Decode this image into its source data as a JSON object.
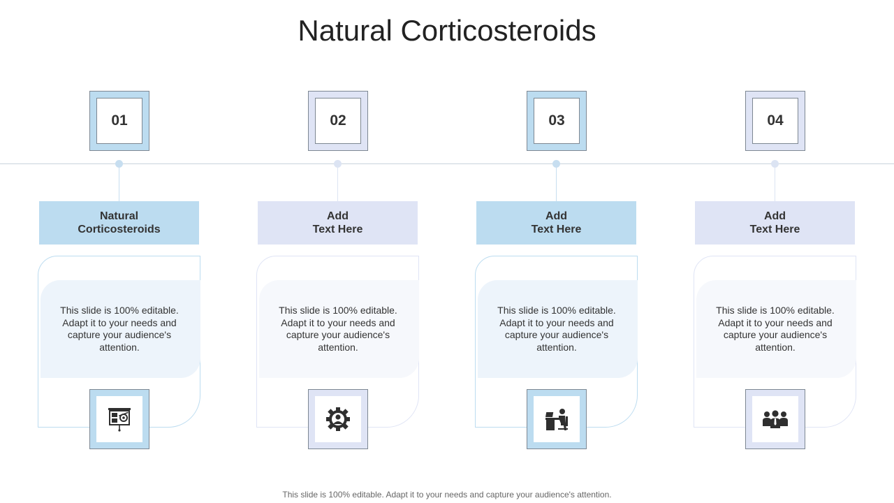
{
  "title": "Natural Corticosteroids",
  "steps": [
    {
      "number": "01",
      "heading": "Natural\nCorticosteroids",
      "body": "This slide is 100% editable. Adapt it to your needs and capture your audience's attention.",
      "icon": "presentation-board-icon",
      "accent": "#bcdcf0",
      "dot": "#c7def0"
    },
    {
      "number": "02",
      "heading": "Add\nText Here",
      "body": "This slide is 100% editable. Adapt it to your needs and capture your audience's attention.",
      "icon": "gear-person-icon",
      "accent": "#dfe4f5",
      "dot": "#dce4f3"
    },
    {
      "number": "03",
      "heading": "Add\nText Here",
      "body": "This slide is 100% editable. Adapt it to your needs and capture your audience's attention.",
      "icon": "person-at-desk-icon",
      "accent": "#bcdcf0",
      "dot": "#c7def0"
    },
    {
      "number": "04",
      "heading": "Add\nText Here",
      "body": "This slide is 100% editable. Adapt it to your needs and capture your audience's attention.",
      "icon": "team-group-icon",
      "accent": "#dfe4f5",
      "dot": "#dce4f3"
    }
  ],
  "footer": "This slide is 100% editable. Adapt it to your needs and capture your audience's attention.",
  "colors": {
    "blue_accent": "#bcdcf0",
    "lavender_accent": "#dfe4f5",
    "card_fill_blue": "#edf4fb",
    "card_fill_lavender": "#f6f8fc",
    "timeline": "#c9d3dc",
    "icon_dark": "#2f2f2f"
  }
}
